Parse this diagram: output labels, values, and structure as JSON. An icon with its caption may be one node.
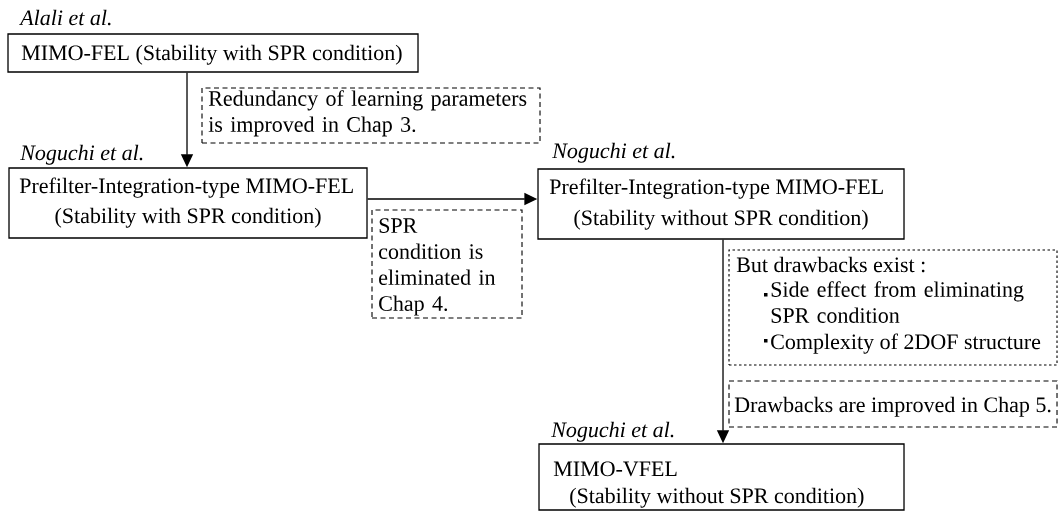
{
  "diagram": {
    "nodes": [
      {
        "text": [
          "Alali et al.",
          "MIMO-FEL (Stability with SPR condition)"
        ]
      },
      {
        "text": [
          "Redundancy of learning parameters is improved in Chap 3."
        ]
      },
      {
        "text": [
          "Noguchi et al.",
          "Prefilter-Integration-type MIMO-FEL",
          "(Stability with SPR condition)"
        ]
      },
      {
        "text": [
          "SPR condition is eliminated in Chap 4."
        ]
      },
      {
        "text": [
          "Noguchi et al.",
          "Prefilter-Integration-type MIMO-FEL",
          "(Stability without SPR condition)"
        ]
      },
      {
        "text": [
          "But drawbacks exist :",
          "Side effect from eliminating SPR condition",
          "Complexity of 2DOF structure"
        ]
      },
      {
        "text": [
          "Drawbacks are improved in Chap 5."
        ]
      },
      {
        "text": [
          "Noguchi et al.",
          "MIMO-VFEL",
          "(Stability without SPR condition)"
        ]
      }
    ],
    "edges": [
      {
        "from": 0,
        "to": 2,
        "arrow": "to"
      },
      {
        "from": 2,
        "to": 4,
        "arrow": "to"
      },
      {
        "from": 4,
        "to": 7,
        "arrow": "to"
      }
    ]
  }
}
